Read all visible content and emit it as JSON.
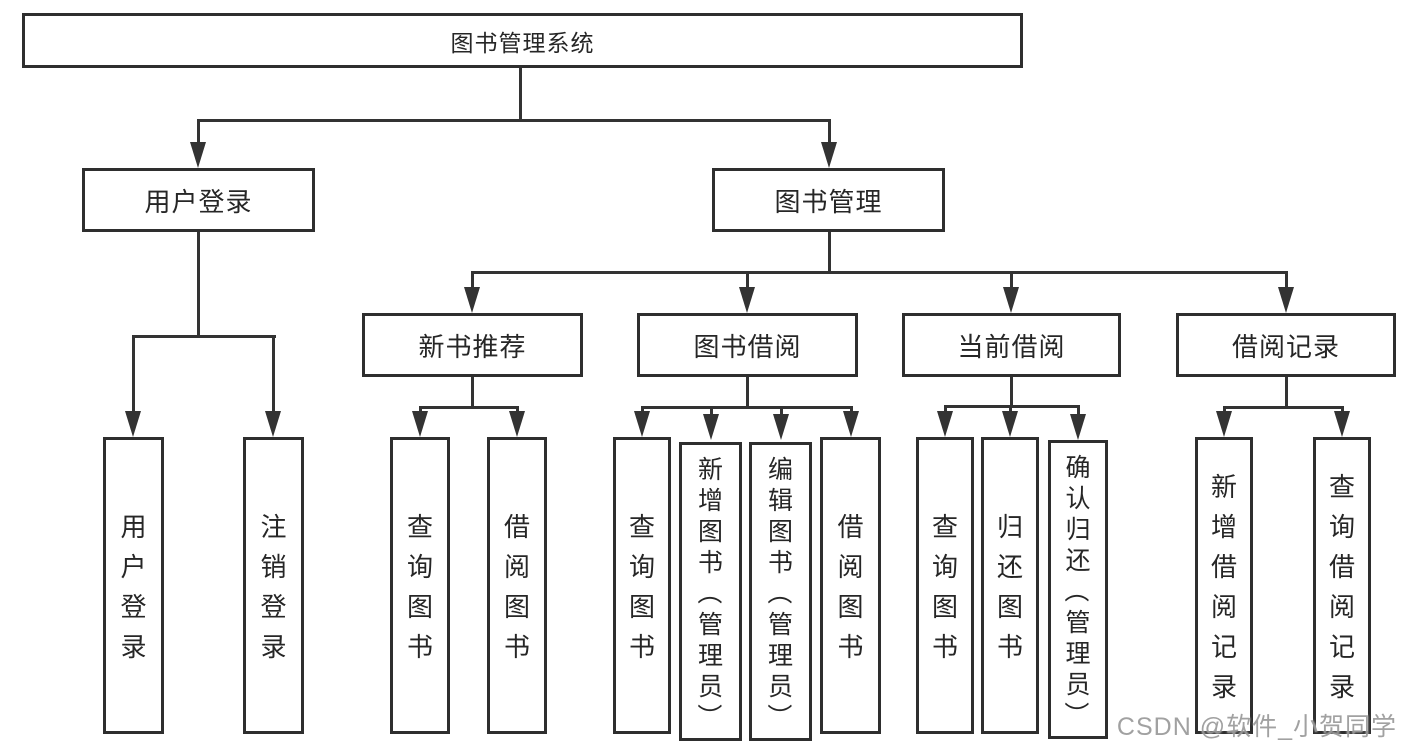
{
  "nodes": {
    "root": "图书管理系统",
    "user_login": "用户登录",
    "book_mgmt": "图书管理",
    "new_book_rec": "新书推荐",
    "book_borrow": "图书借阅",
    "current_borrow": "当前借阅",
    "borrow_record": "借阅记录",
    "ul_login": "用户登录",
    "ul_logout": "注销登录",
    "nb_query": "查询图书",
    "nb_borrow": "借阅图书",
    "bb_query": "查询图书",
    "bb_add": "新增图书（管理员）",
    "bb_edit": "编辑图书（管理员）",
    "bb_borrow": "借阅图书",
    "cb_query": "查询图书",
    "cb_return": "归还图书",
    "cb_confirm": "确认归还（管理员）",
    "br_add": "新增借阅记录",
    "br_query": "查询借阅记录"
  },
  "watermark": {
    "text": "CSDN @软件_小贺同学"
  },
  "colors": {
    "line": "#333333",
    "box_border": "#2e2e2e",
    "text": "#262626",
    "watermark": "#919191",
    "background": "#ffffff"
  }
}
